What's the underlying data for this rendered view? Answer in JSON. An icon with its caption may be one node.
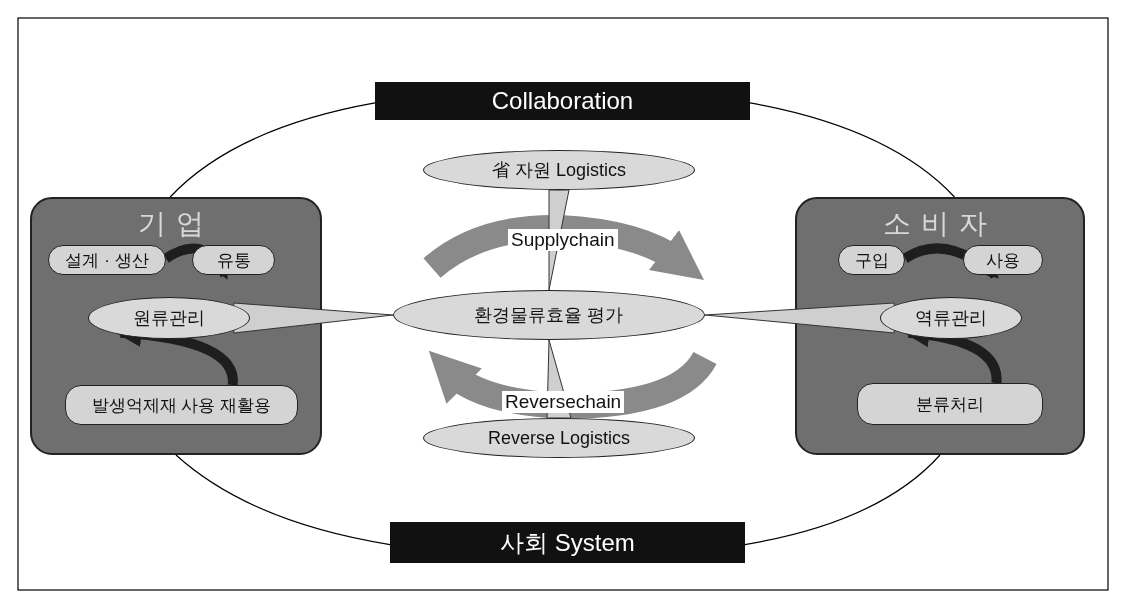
{
  "diagram": {
    "nodes": [
      {
        "text": [
          "Collaboration"
        ]
      },
      {
        "text": [
          "기업"
        ]
      },
      {
        "text": [
          "설계 · 생산"
        ],
        "in": 1
      },
      {
        "text": [
          "유통"
        ],
        "in": 1
      },
      {
        "text": [
          "원류관리"
        ],
        "in": 1
      },
      {
        "text": [
          "발생억제재 사용 재활용"
        ],
        "in": 1
      },
      {
        "text": [
          "환경물류효율 평가"
        ]
      },
      {
        "text": [
          "省 자원 Logistics"
        ]
      },
      {
        "text": [
          "Reverse Logistics"
        ]
      },
      {
        "text": [
          "소비자"
        ]
      },
      {
        "text": [
          "구입"
        ],
        "in": 9
      },
      {
        "text": [
          "사용"
        ],
        "in": 9
      },
      {
        "text": [
          "역류관리"
        ],
        "in": 9
      },
      {
        "text": [
          "분류처리"
        ],
        "in": 9
      },
      {
        "text": [
          "사회 System"
        ]
      }
    ],
    "edges": [
      {
        "from": 0,
        "to": 1,
        "arrow": "none"
      },
      {
        "from": 0,
        "to": 9,
        "arrow": "none"
      },
      {
        "from": 14,
        "to": 1,
        "arrow": "none"
      },
      {
        "from": 14,
        "to": 9,
        "arrow": "none"
      },
      {
        "from": 7,
        "to": 6,
        "arrow": "none"
      },
      {
        "from": 8,
        "to": 6,
        "arrow": "none"
      },
      {
        "from": 6,
        "to": 4,
        "arrow": "none"
      },
      {
        "from": 6,
        "to": 12,
        "arrow": "none"
      },
      {
        "from": 2,
        "to": 3,
        "arrow": "to",
        "style": "thick"
      },
      {
        "from": 5,
        "to": 4,
        "arrow": "to",
        "style": "thick"
      },
      {
        "from": 10,
        "to": 11,
        "arrow": "to",
        "style": "thick"
      },
      {
        "from": 13,
        "to": 12,
        "arrow": "to",
        "style": "thick"
      }
    ],
    "labels": [
      "Supplychain",
      "Reversechain"
    ]
  }
}
